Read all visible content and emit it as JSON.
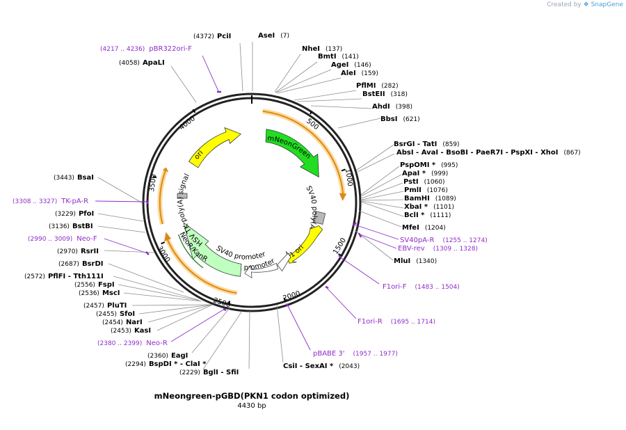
{
  "credit": {
    "prefix": "Created by",
    "brand": "SnapGene"
  },
  "title": "mNeongreen-pGBD(PKN1 codon optimized)",
  "length_label": "4430 bp",
  "total_bp": 4430,
  "ticks": [
    "500",
    "1000",
    "1500",
    "2000",
    "2500",
    "3000",
    "3500",
    "4000"
  ],
  "features": [
    {
      "name": "mNeonGreen",
      "color": "#22dd22"
    },
    {
      "name": "SV40 poly(A) signal",
      "color": "#b8b8b8"
    },
    {
      "name": "f1 ori",
      "color": "#ffff00"
    },
    {
      "name": "AmpR promoter",
      "color": "#ffffff"
    },
    {
      "name": "SV40 promoter",
      "color": "#ffffff"
    },
    {
      "name": "NeoR/KanR",
      "color": "#bfffbf"
    },
    {
      "name": "HSV TK poly(A) signal",
      "color": "#b8b8b8"
    },
    {
      "name": "ori",
      "color": "#ffff00"
    }
  ],
  "enzymes": [
    {
      "parts": [
        "PciI"
      ],
      "pos": "(4372)"
    },
    {
      "parts": [
        "AseI"
      ],
      "pos": "(7)"
    },
    {
      "parts": [
        "NheI"
      ],
      "pos": "(137)"
    },
    {
      "parts": [
        "BmtI"
      ],
      "pos": "(141)"
    },
    {
      "parts": [
        "AgeI"
      ],
      "pos": "(146)"
    },
    {
      "parts": [
        "AleI"
      ],
      "pos": "(159)"
    },
    {
      "parts": [
        "PflMI"
      ],
      "pos": "(282)"
    },
    {
      "parts": [
        "BstEII"
      ],
      "pos": "(318)"
    },
    {
      "parts": [
        "AhdI"
      ],
      "pos": "(398)"
    },
    {
      "parts": [
        "BbsI"
      ],
      "pos": "(621)"
    },
    {
      "parts": [
        "BsrGI",
        "TatI"
      ],
      "pos": "(859)"
    },
    {
      "parts": [
        "AbsI",
        "AvaI",
        "BsoBI",
        "PaeR7I",
        "PspXI",
        "XhoI"
      ],
      "pos": "(867)"
    },
    {
      "parts": [
        "PspOMI *"
      ],
      "pos": "(995)"
    },
    {
      "parts": [
        "ApaI *"
      ],
      "pos": "(999)"
    },
    {
      "parts": [
        "PstI"
      ],
      "pos": "(1060)"
    },
    {
      "parts": [
        "PmlI"
      ],
      "pos": "(1076)"
    },
    {
      "parts": [
        "BamHI"
      ],
      "pos": "(1089)"
    },
    {
      "parts": [
        "XbaI *"
      ],
      "pos": "(1101)"
    },
    {
      "parts": [
        "BclI *"
      ],
      "pos": "(1111)"
    },
    {
      "parts": [
        "MfeI"
      ],
      "pos": "(1204)"
    },
    {
      "parts": [
        "MluI"
      ],
      "pos": "(1340)"
    },
    {
      "parts": [
        "CsiI",
        "SexAI *"
      ],
      "pos": "(2043)"
    },
    {
      "parts": [
        "BglI",
        "SfiI"
      ],
      "pos": "(2229)"
    },
    {
      "parts": [
        "BspDI *",
        "ClaI *"
      ],
      "pos": "(2294)"
    },
    {
      "parts": [
        "EagI"
      ],
      "pos": "(2360)"
    },
    {
      "parts": [
        "KasI"
      ],
      "pos": "(2453)"
    },
    {
      "parts": [
        "NarI"
      ],
      "pos": "(2454)"
    },
    {
      "parts": [
        "SfoI"
      ],
      "pos": "(2455)"
    },
    {
      "parts": [
        "PluTI"
      ],
      "pos": "(2457)"
    },
    {
      "parts": [
        "MscI"
      ],
      "pos": "(2536)"
    },
    {
      "parts": [
        "FspI"
      ],
      "pos": "(2556)"
    },
    {
      "parts": [
        "PflFI",
        "Tth111I"
      ],
      "pos": "(2572)"
    },
    {
      "parts": [
        "BsrDI"
      ],
      "pos": "(2687)"
    },
    {
      "parts": [
        "RsrII"
      ],
      "pos": "(2970)"
    },
    {
      "parts": [
        "BstBI"
      ],
      "pos": "(3136)"
    },
    {
      "parts": [
        "PfoI"
      ],
      "pos": "(3229)"
    },
    {
      "parts": [
        "BsaI"
      ],
      "pos": "(3443)"
    },
    {
      "parts": [
        "ApaLI"
      ],
      "pos": "(4058)"
    }
  ],
  "primers": [
    {
      "name": "pBR322ori-F",
      "pos": "(4217 .. 4236)"
    },
    {
      "name": "SV40pA-R",
      "pos": "(1255 .. 1274)"
    },
    {
      "name": "EBV-rev",
      "pos": "(1309 .. 1328)"
    },
    {
      "name": "F1ori-F",
      "pos": "(1483 .. 1504)"
    },
    {
      "name": "F1ori-R",
      "pos": "(1695 .. 1714)"
    },
    {
      "name": "pBABE 3'",
      "pos": "(1957 .. 1977)"
    },
    {
      "name": "Neo-R",
      "pos": "(2380 .. 2399)"
    },
    {
      "name": "Neo-F",
      "pos": "(2990 .. 3009)"
    },
    {
      "name": "TK-pA-R",
      "pos": "(3308 .. 3327)"
    }
  ]
}
